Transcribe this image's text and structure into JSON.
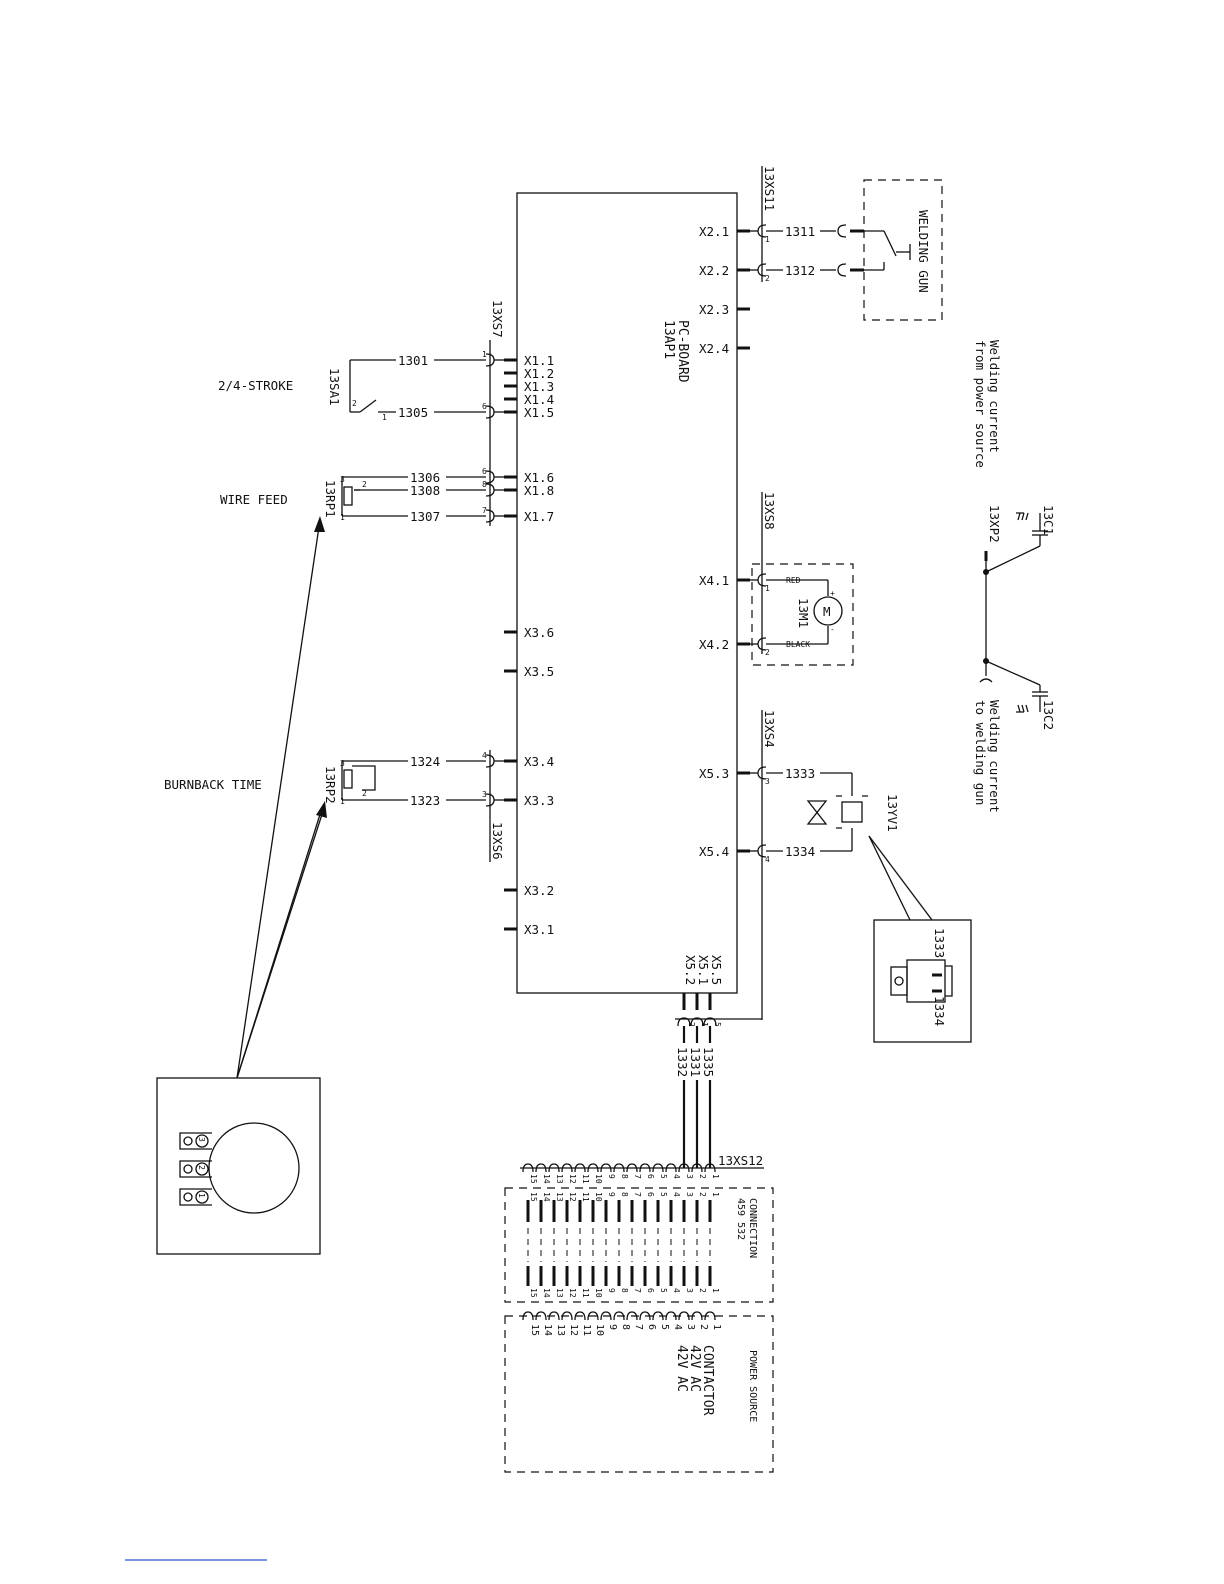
{
  "board": {
    "ref": "13AP1",
    "name": "PC-BOARD"
  },
  "connectors": {
    "xs11": "13XS11",
    "xs7": "13XS7",
    "xs6": "13XS6",
    "xs8": "13XS8",
    "xs4": "13XS4",
    "xs12": "13XS12"
  },
  "left_labels": {
    "stroke": "2/4-STROKE",
    "sa1": "13SA1",
    "wire_feed": "WIRE FEED",
    "rp1": "13RP1",
    "burnback": "BURNBACK TIME",
    "rp2": "13RP2"
  },
  "left_terminals": [
    {
      "label": "X1.1",
      "wire": "1301",
      "pin": "1"
    },
    {
      "label": "X1.2"
    },
    {
      "label": "X1.3"
    },
    {
      "label": "X1.4"
    },
    {
      "label": "X1.5",
      "wire": "1305",
      "pin": "6"
    },
    {
      "label": "X1.6",
      "wire": "1306",
      "pin": "6"
    },
    {
      "label": "X1.8",
      "wire": "1308",
      "pin": "8"
    },
    {
      "label": "X1.7",
      "wire": "1307",
      "pin": "7"
    },
    {
      "label": "X3.6"
    },
    {
      "label": "X3.5"
    },
    {
      "label": "X3.4",
      "wire": "1324",
      "pin": "4"
    },
    {
      "label": "X3.3",
      "wire": "1323",
      "pin": "3"
    },
    {
      "label": "X3.2"
    },
    {
      "label": "X3.1"
    }
  ],
  "right_terminals": [
    {
      "label": "X2.1",
      "wire": "1311",
      "pin": "1"
    },
    {
      "label": "X2.2",
      "wire": "1312",
      "pin": "2"
    },
    {
      "label": "X2.3"
    },
    {
      "label": "X2.4"
    },
    {
      "label": "X4.1",
      "pin": "1"
    },
    {
      "label": "X4.2",
      "pin": "2"
    },
    {
      "label": "X5.3",
      "wire": "1333",
      "pin": "3"
    },
    {
      "label": "X5.4",
      "wire": "1334",
      "pin": "4"
    }
  ],
  "bottom_terminals": [
    {
      "label": "X5.5",
      "wire": "1335",
      "pin": "5"
    },
    {
      "label": "X5.1",
      "wire": "1331",
      "pin": "1"
    },
    {
      "label": "X5.2",
      "wire": "1332",
      "pin": "2"
    }
  ],
  "pot_pins": {
    "p1": "1",
    "p2": "2",
    "p3": "3"
  },
  "motor": {
    "ref": "13M1",
    "symbol": "M",
    "plus": "+",
    "minus": "-",
    "red": "RED",
    "black": "BLACK"
  },
  "gun": {
    "label": "WELDING GUN"
  },
  "valve": {
    "ref": "13YV1",
    "w1": "1333",
    "w2": "1334"
  },
  "capacitors": {
    "c1": "13C1",
    "c2": "13C2",
    "xp2": "13XP2",
    "from_1": "Welding current",
    "from_2": "from power source",
    "to_1": "Welding current",
    "to_2": "to welding gun"
  },
  "connection_box": {
    "title": "CONNECTION",
    "number": "459 532",
    "pins": [
      "1",
      "2",
      "3",
      "4",
      "5",
      "6",
      "7",
      "8",
      "9",
      "10",
      "11",
      "12",
      "13",
      "14",
      "15"
    ]
  },
  "power_source": {
    "title": "POWER SOURCE",
    "pins": [
      "1",
      "2",
      "3",
      "4",
      "5",
      "6",
      "7",
      "8",
      "9",
      "10",
      "11",
      "12",
      "13",
      "14",
      "15"
    ],
    "functions": [
      "CONTACTOR",
      "42V AC",
      "42V AC"
    ]
  }
}
